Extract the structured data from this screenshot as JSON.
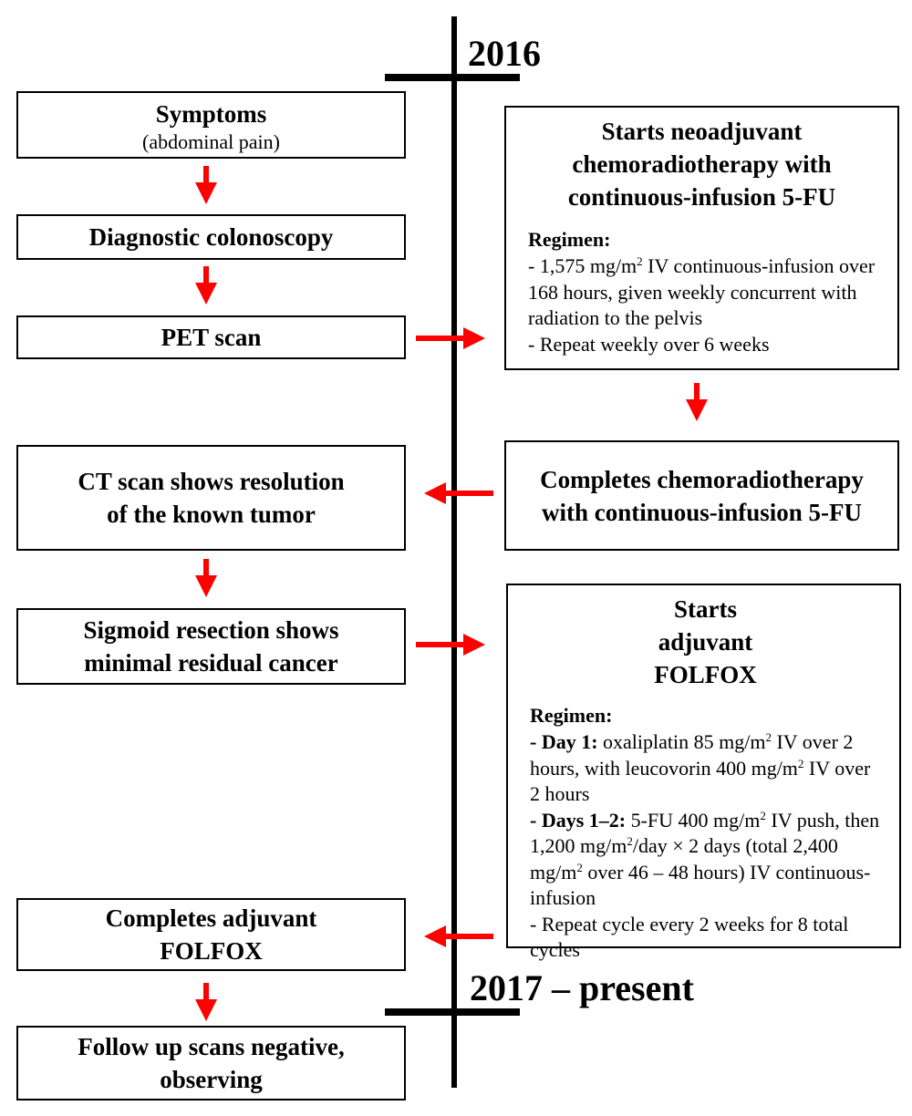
{
  "colors": {
    "arrow": "#ff0000",
    "line": "#000000"
  },
  "timeline": {
    "start_label": "2016",
    "end_label": "2017 – present"
  },
  "left": {
    "symptoms": {
      "title": "Symptoms",
      "detail": "(abdominal pain)"
    },
    "colonoscopy": {
      "title": "Diagnostic colonoscopy"
    },
    "pet": {
      "title": "PET scan"
    },
    "ct": {
      "title": "CT scan shows resolution of the known tumor"
    },
    "sigmoid": {
      "title": "Sigmoid resection shows minimal residual cancer"
    },
    "completes_folfox": {
      "title": "Completes adjuvant FOLFOX"
    },
    "followup": {
      "title": "Follow up scans negative, observing"
    }
  },
  "right": {
    "neoadjuvant": {
      "title": "Starts neoadjuvant chemoradiotherapy with continuous-infusion 5-FU",
      "regimen_heading": "Regimen:",
      "line1_a": "- 1,575 mg/m",
      "line1_sup": "2",
      "line1_b": " IV continuous-infusion over 168 hours, given weekly concurrent with radiation to the pelvis",
      "line2": "- Repeat weekly over 6 weeks"
    },
    "completes_chemo": {
      "title": "Completes chemoradiotherapy with continuous-infusion 5-FU"
    },
    "adjuvant": {
      "title": "Starts adjuvant FOLFOX",
      "regimen_heading": "Regimen:",
      "day1_label": "- Day 1:",
      "day1_a": " oxaliplatin 85 mg/m",
      "day1_sup1": "2",
      "day1_b": " IV over 2 hours, with leucovorin 400 mg/m",
      "day1_sup2": "2",
      "day1_c": " IV over 2 hours",
      "days12_label": "- Days 1–2:",
      "days12_a": " 5-FU 400 mg/m",
      "days12_sup1": "2",
      "days12_b": " IV push, then 1,200 mg/m",
      "days12_sup2": "2",
      "days12_c": "/day × 2 days (total 2,400 mg/m",
      "days12_sup3": "2",
      "days12_d": " over 46 – 48 hours) IV continuous-infusion",
      "repeat": "- Repeat cycle every 2 weeks for 8 total cycles"
    }
  }
}
